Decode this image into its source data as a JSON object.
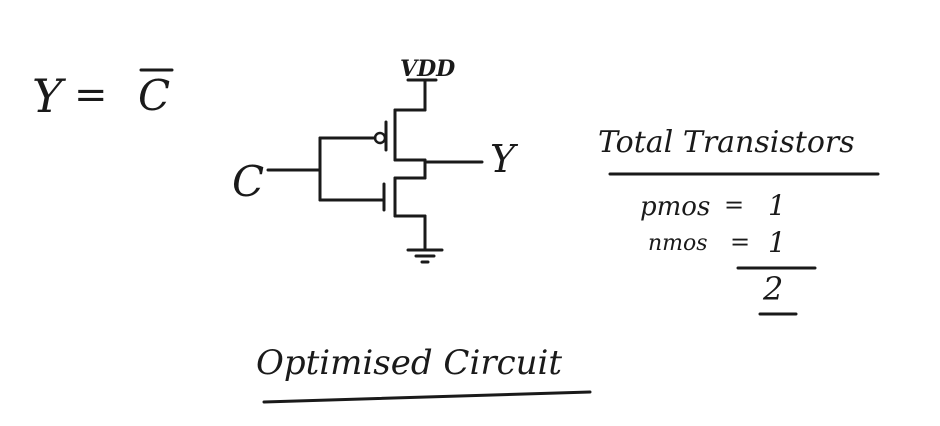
{
  "expression": {
    "lhs": "Y",
    "equals": "=",
    "rhs": "C"
  },
  "circuit": {
    "supply_label": "VDD",
    "input_label": "C",
    "output_label": "Y"
  },
  "transistor_count": {
    "heading": "Total Transistors",
    "pmos_label": "pmos",
    "pmos_value": "1",
    "nmos_label": "nmos",
    "nmos_value": "1",
    "total": "2"
  },
  "caption": "Optimised Circuit"
}
